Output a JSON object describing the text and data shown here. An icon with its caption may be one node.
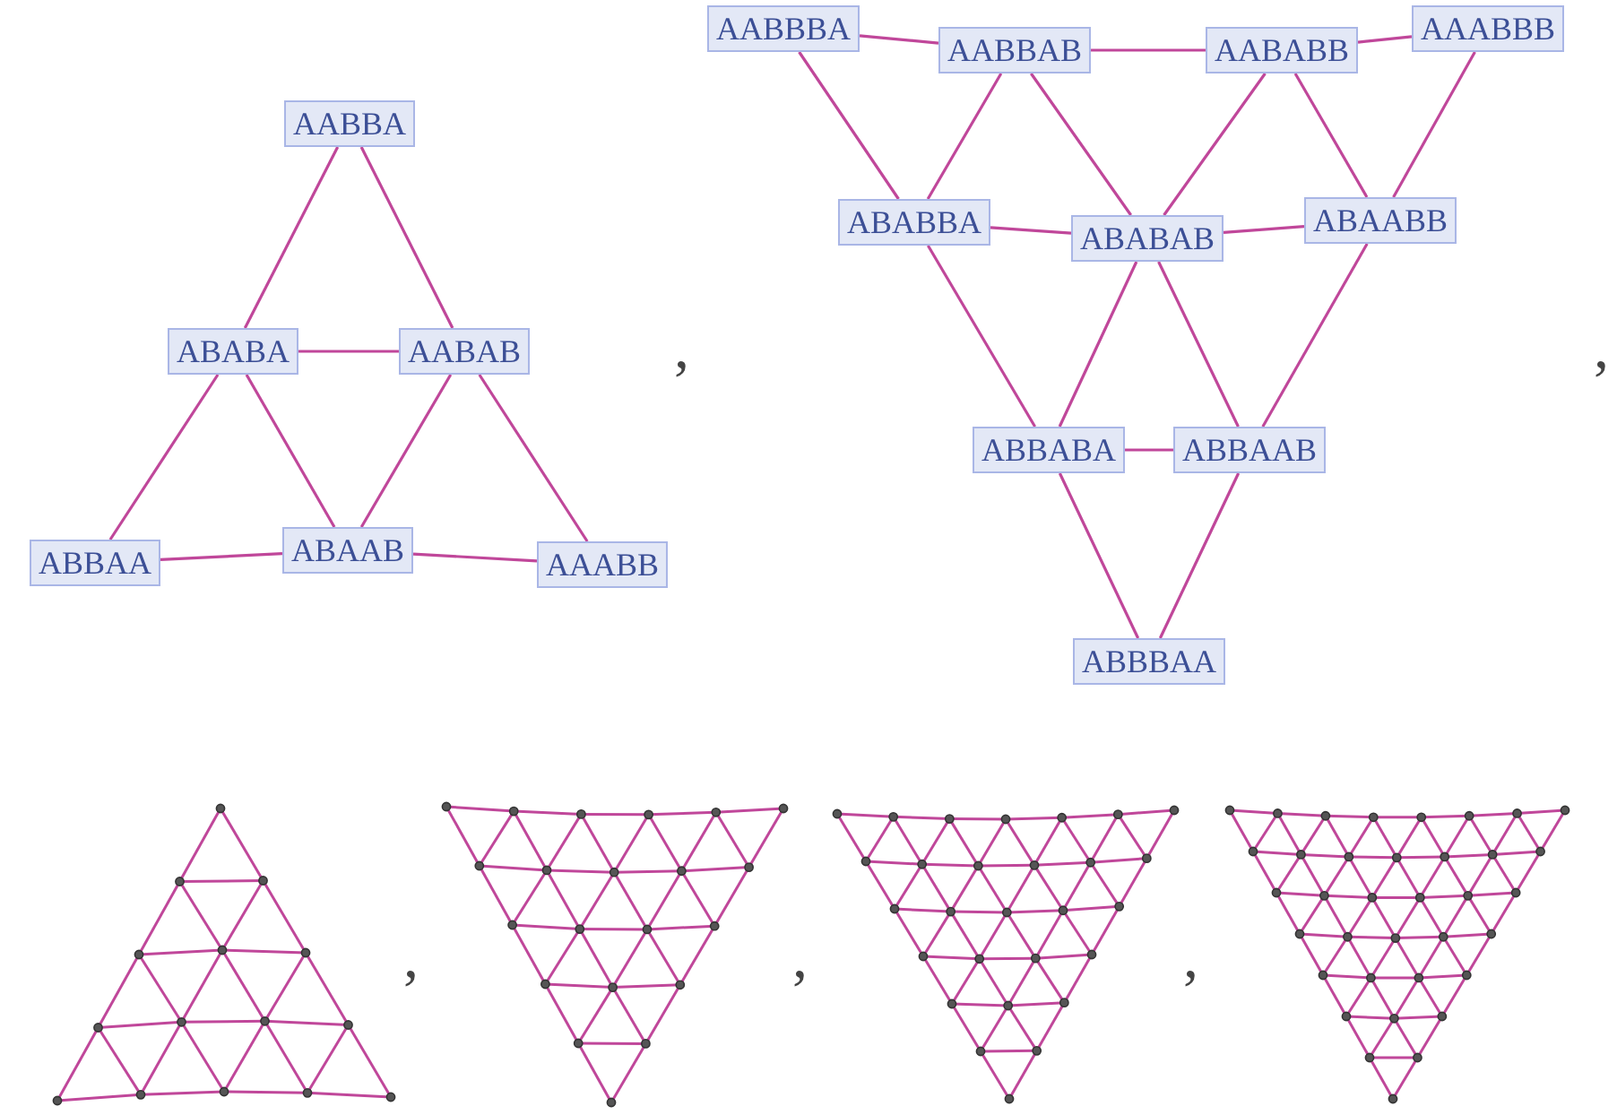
{
  "diagram": {
    "nodes": [
      {
        "text": [
          "AABBA"
        ]
      },
      {
        "text": [
          "ABABA"
        ]
      },
      {
        "text": [
          "AABAB"
        ]
      },
      {
        "text": [
          "ABBAA"
        ]
      },
      {
        "text": [
          "ABAAB"
        ]
      },
      {
        "text": [
          "AAABB"
        ]
      },
      {
        "text": [
          "AABBBA"
        ]
      },
      {
        "text": [
          "AABBAB"
        ]
      },
      {
        "text": [
          "AABABB"
        ]
      },
      {
        "text": [
          "AAABBB"
        ]
      },
      {
        "text": [
          "ABABBA"
        ]
      },
      {
        "text": [
          "ABABAB"
        ]
      },
      {
        "text": [
          "ABAABB"
        ]
      },
      {
        "text": [
          "ABBABA"
        ]
      },
      {
        "text": [
          "ABBAAB"
        ]
      },
      {
        "text": [
          "ABBBAA"
        ]
      }
    ],
    "edges": [
      {
        "from": 0,
        "to": 1,
        "arrow": "none"
      },
      {
        "from": 0,
        "to": 2,
        "arrow": "none"
      },
      {
        "from": 1,
        "to": 2,
        "arrow": "none"
      },
      {
        "from": 1,
        "to": 3,
        "arrow": "none"
      },
      {
        "from": 1,
        "to": 4,
        "arrow": "none"
      },
      {
        "from": 2,
        "to": 4,
        "arrow": "none"
      },
      {
        "from": 2,
        "to": 5,
        "arrow": "none"
      },
      {
        "from": 3,
        "to": 4,
        "arrow": "none"
      },
      {
        "from": 4,
        "to": 5,
        "arrow": "none"
      },
      {
        "from": 6,
        "to": 7,
        "arrow": "none"
      },
      {
        "from": 7,
        "to": 8,
        "arrow": "none"
      },
      {
        "from": 8,
        "to": 9,
        "arrow": "none"
      },
      {
        "from": 6,
        "to": 10,
        "arrow": "none"
      },
      {
        "from": 7,
        "to": 10,
        "arrow": "none"
      },
      {
        "from": 7,
        "to": 11,
        "arrow": "none"
      },
      {
        "from": 8,
        "to": 11,
        "arrow": "none"
      },
      {
        "from": 8,
        "to": 12,
        "arrow": "none"
      },
      {
        "from": 9,
        "to": 12,
        "arrow": "none"
      },
      {
        "from": 10,
        "to": 11,
        "arrow": "none"
      },
      {
        "from": 11,
        "to": 12,
        "arrow": "none"
      },
      {
        "from": 10,
        "to": 13,
        "arrow": "none"
      },
      {
        "from": 11,
        "to": 13,
        "arrow": "none"
      },
      {
        "from": 11,
        "to": 14,
        "arrow": "none"
      },
      {
        "from": 12,
        "to": 14,
        "arrow": "none"
      },
      {
        "from": 13,
        "to": 14,
        "arrow": "none"
      },
      {
        "from": 13,
        "to": 15,
        "arrow": "none"
      },
      {
        "from": 14,
        "to": 15,
        "arrow": "none"
      }
    ],
    "labels": [
      ",",
      ",",
      ",",
      ",",
      ","
    ]
  }
}
